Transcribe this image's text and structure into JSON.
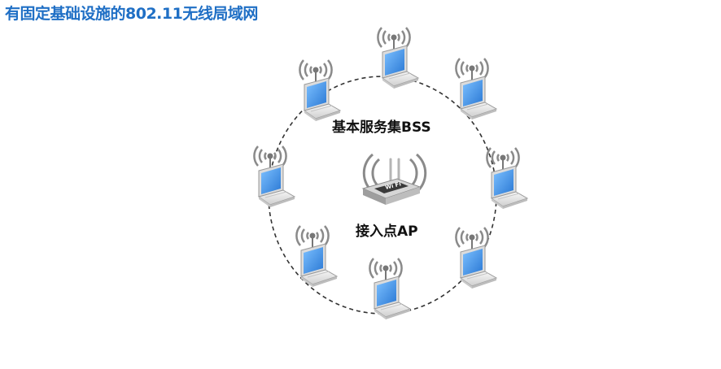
{
  "title": "有固定基础设施的802.11无线局域网",
  "diagram": {
    "bss_label": "基本服务集BSS",
    "ap_label": "接入点AP",
    "ap_badge": "Wi Fi",
    "station_count": 8
  },
  "colors": {
    "title": "#1f6fc5",
    "screen": "#3d8fe0",
    "laptop_body": "#e9e9e9",
    "signal": "#8a8a8a",
    "ring": "#333333"
  },
  "icons": [
    "wireless-signal-icon",
    "laptop-icon",
    "access-point-icon"
  ]
}
